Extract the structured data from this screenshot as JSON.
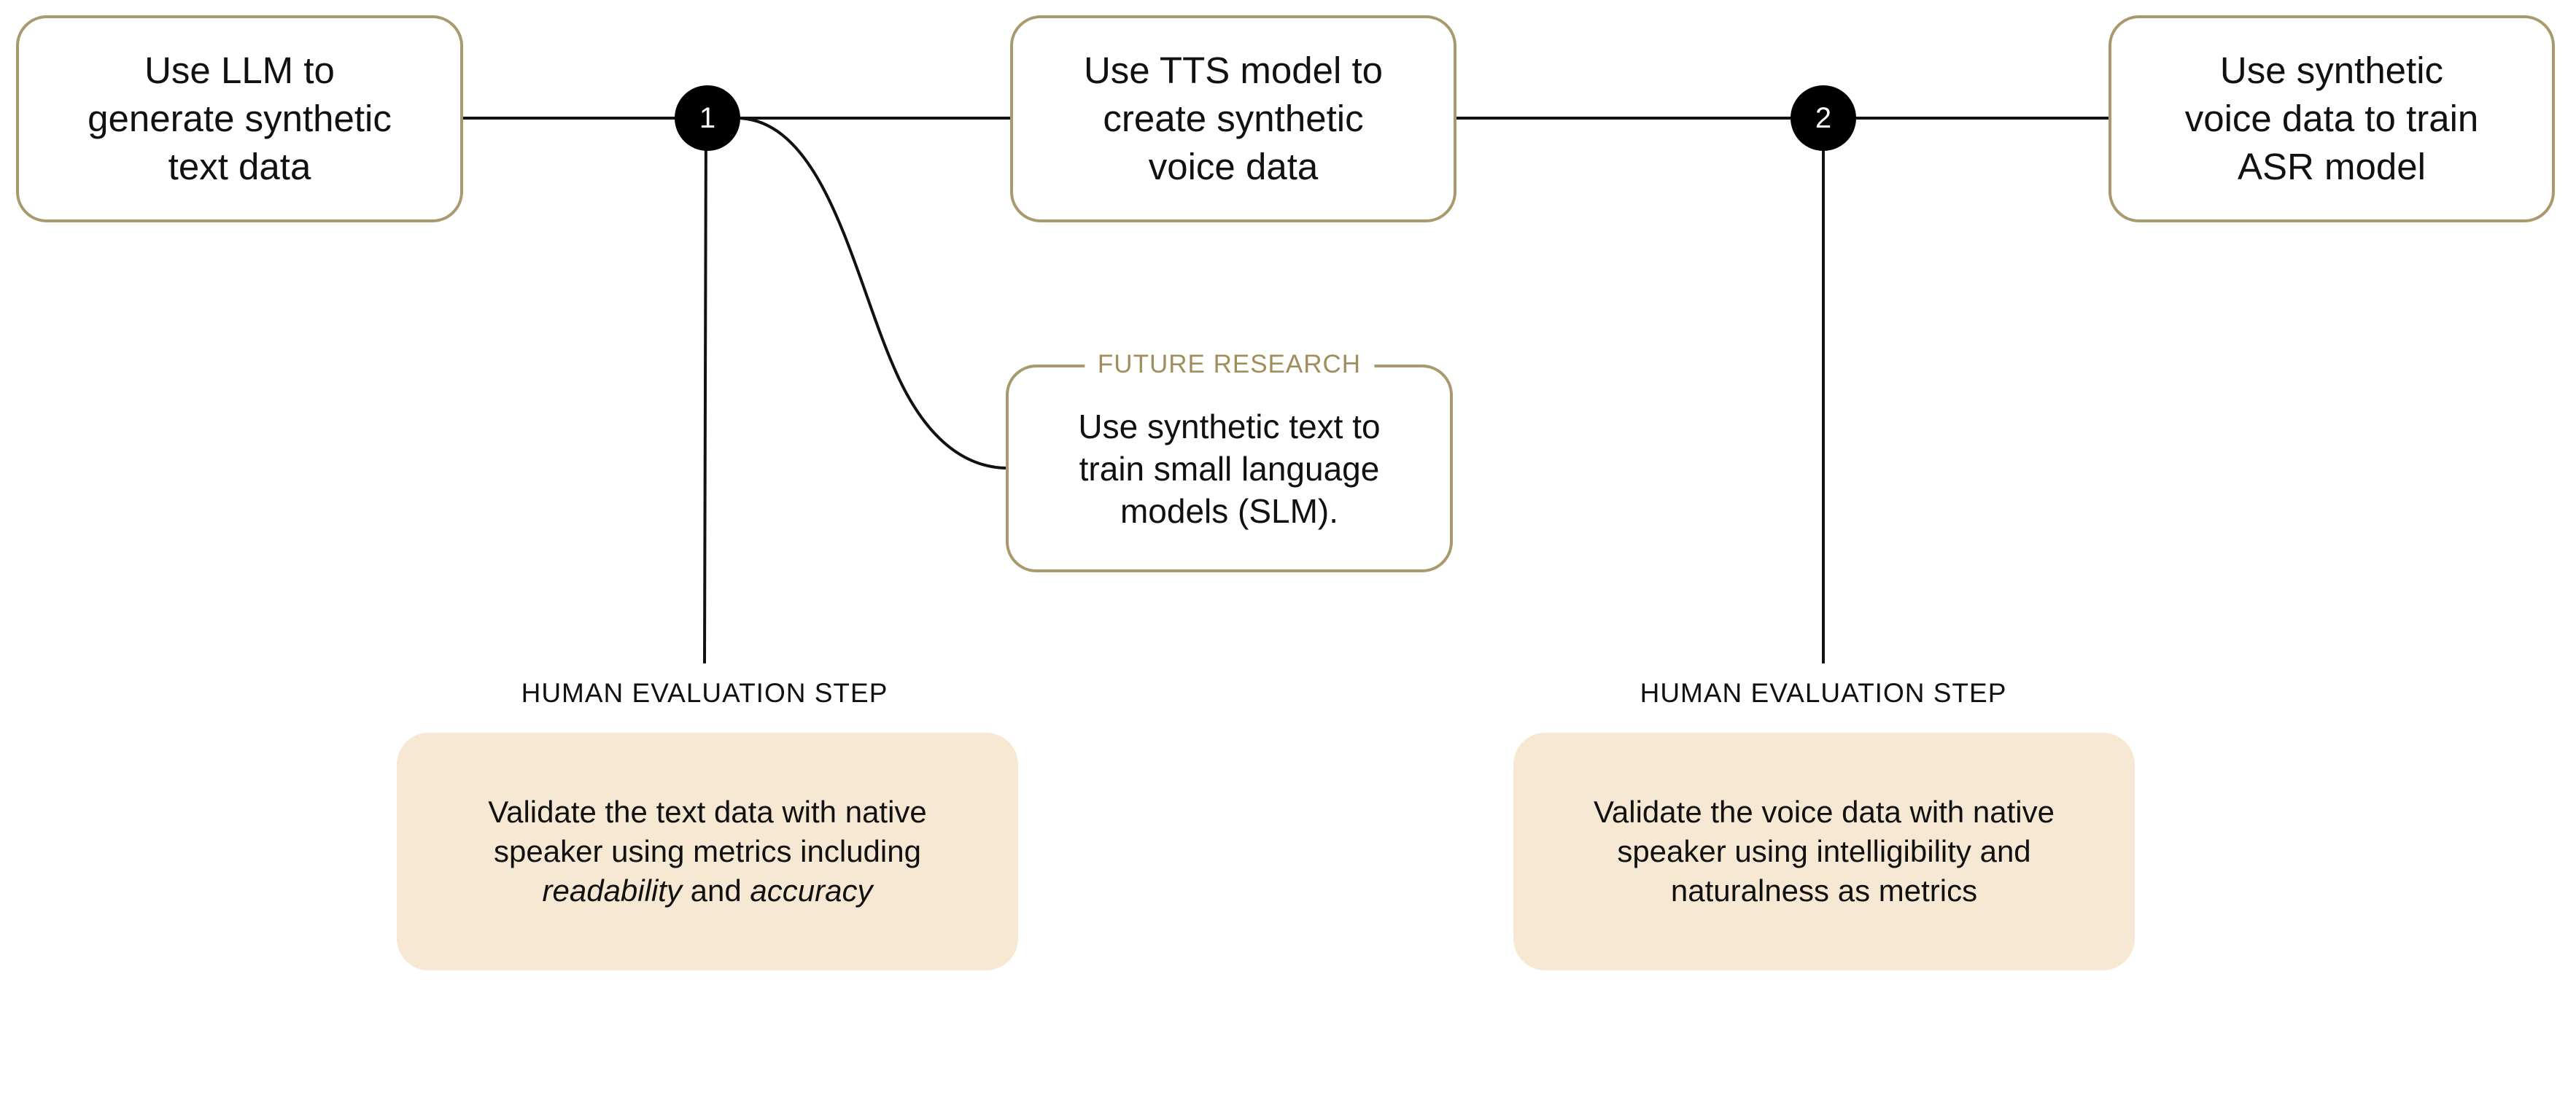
{
  "steps": [
    {
      "text": "Use LLM to\ngenerate synthetic\ntext data"
    },
    {
      "text": "Use TTS model to\ncreate synthetic\nvoice data"
    },
    {
      "text": "Use synthetic\nvoice data to train\nASR model"
    }
  ],
  "nodes": [
    {
      "label": "1"
    },
    {
      "label": "2"
    }
  ],
  "future_research": {
    "label": "FUTURE RESEARCH",
    "text": "Use synthetic text to\ntrain small language\nmodels (SLM)."
  },
  "human_eval": [
    {
      "label": "HUMAN EVALUATION STEP",
      "line1": "Validate the text data with native",
      "line2": "speaker using metrics including",
      "em1": "readability",
      "mid": " and ",
      "em2": "accuracy"
    },
    {
      "label": "HUMAN EVALUATION STEP",
      "line1": "Validate the voice data with native",
      "line2": "speaker using intelligibility and",
      "line3": "naturalness as metrics"
    }
  ],
  "colors": {
    "box_border": "#a89a6d",
    "future_label": "#a08e5c",
    "eval_fill": "#f6e8d3",
    "node_fill": "#000000",
    "line": "#111111"
  }
}
